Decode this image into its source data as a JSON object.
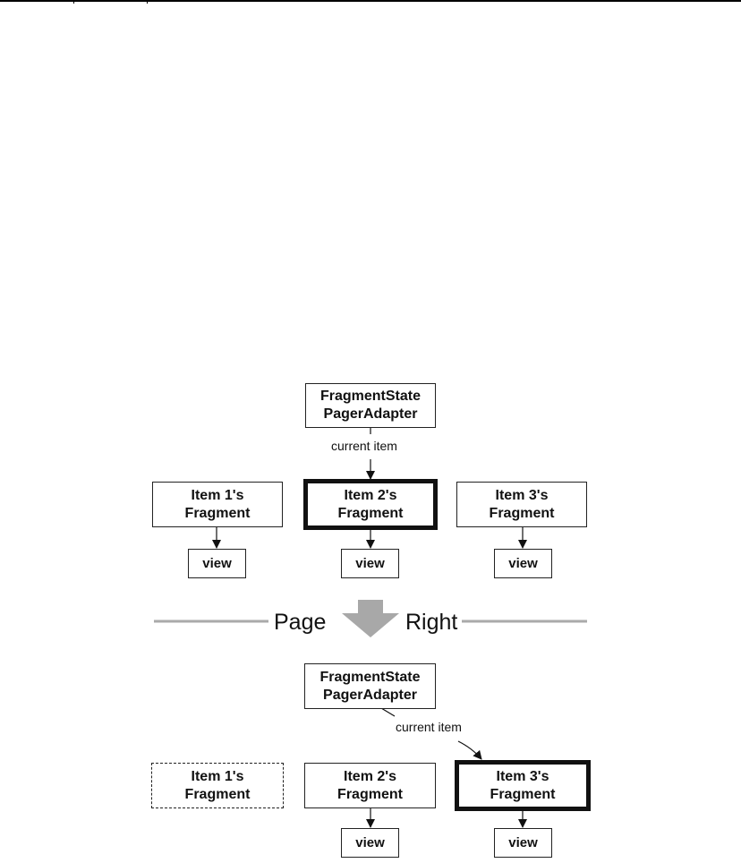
{
  "diagram": {
    "before": {
      "adapter": {
        "line1": "FragmentState",
        "line2": "PagerAdapter"
      },
      "current_item_label": "current item",
      "items": [
        {
          "line1": "Item 1's",
          "line2": "Fragment",
          "state": "normal",
          "view": "view"
        },
        {
          "line1": "Item 2's",
          "line2": "Fragment",
          "state": "current",
          "view": "view"
        },
        {
          "line1": "Item 3's",
          "line2": "Fragment",
          "state": "normal",
          "view": "view"
        }
      ]
    },
    "transition": {
      "left_word": "Page",
      "right_word": "Right",
      "color": "#aaaaaa"
    },
    "after": {
      "adapter": {
        "line1": "FragmentState",
        "line2": "PagerAdapter"
      },
      "current_item_label": "current item",
      "items": [
        {
          "line1": "Item 1's",
          "line2": "Fragment",
          "state": "destroyed",
          "view": ""
        },
        {
          "line1": "Item 2's",
          "line2": "Fragment",
          "state": "normal",
          "view": "view"
        },
        {
          "line1": "Item 3's",
          "line2": "Fragment",
          "state": "current",
          "view": "view"
        }
      ]
    }
  }
}
